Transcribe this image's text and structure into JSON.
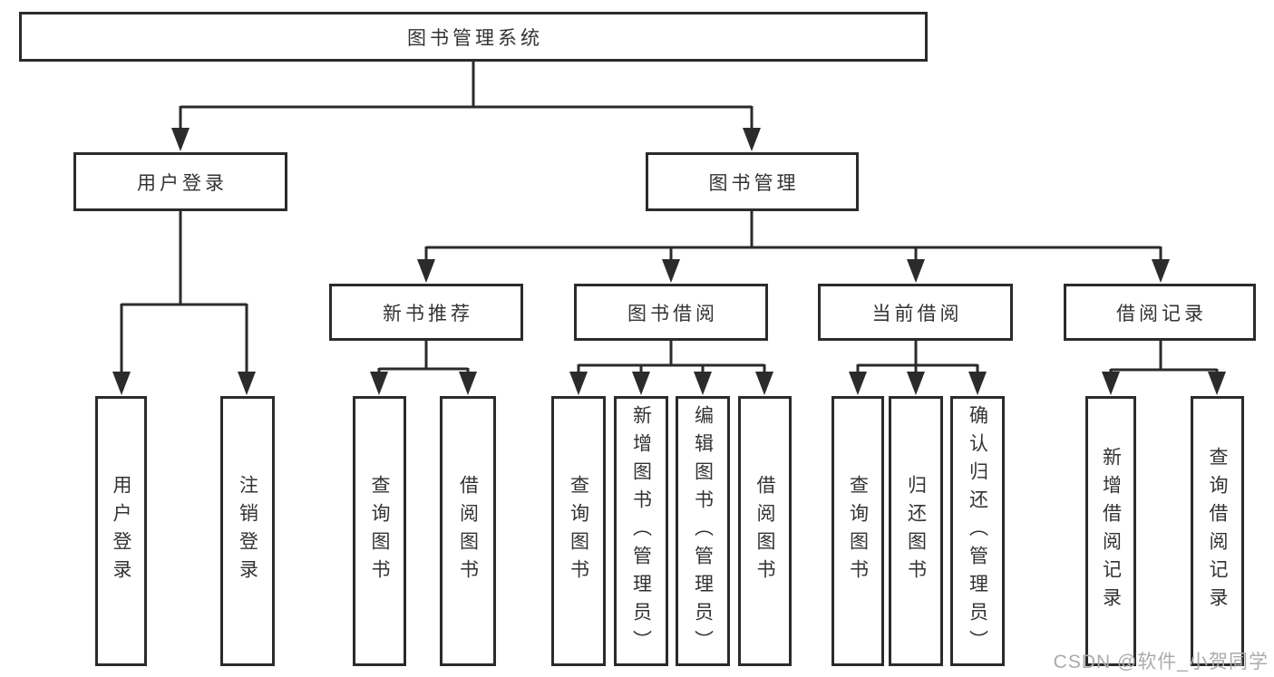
{
  "colors": {
    "line": "#2b2b2b",
    "text": "#333333",
    "watermark": "#ababab",
    "background": "#ffffff"
  },
  "watermark": {
    "text": "CSDN @软件_小贺同学"
  },
  "tree": {
    "root": {
      "label": "图书管理系统"
    },
    "branches": [
      {
        "label": "用户登录",
        "children": [
          {
            "label": "用户登录"
          },
          {
            "label": "注销登录"
          }
        ]
      },
      {
        "label": "图书管理",
        "children": [
          {
            "label": "新书推荐",
            "children": [
              {
                "label": "查询图书"
              },
              {
                "label": "借阅图书"
              }
            ]
          },
          {
            "label": "图书借阅",
            "children": [
              {
                "label": "查询图书"
              },
              {
                "label": "新增图书（管理员）"
              },
              {
                "label": "编辑图书（管理员）"
              },
              {
                "label": "借阅图书"
              }
            ]
          },
          {
            "label": "当前借阅",
            "children": [
              {
                "label": "查询图书"
              },
              {
                "label": "归还图书"
              },
              {
                "label": "确认归还（管理员）"
              }
            ]
          },
          {
            "label": "借阅记录",
            "children": [
              {
                "label": "新增借阅记录"
              },
              {
                "label": "查询借阅记录"
              }
            ]
          }
        ]
      }
    ]
  }
}
